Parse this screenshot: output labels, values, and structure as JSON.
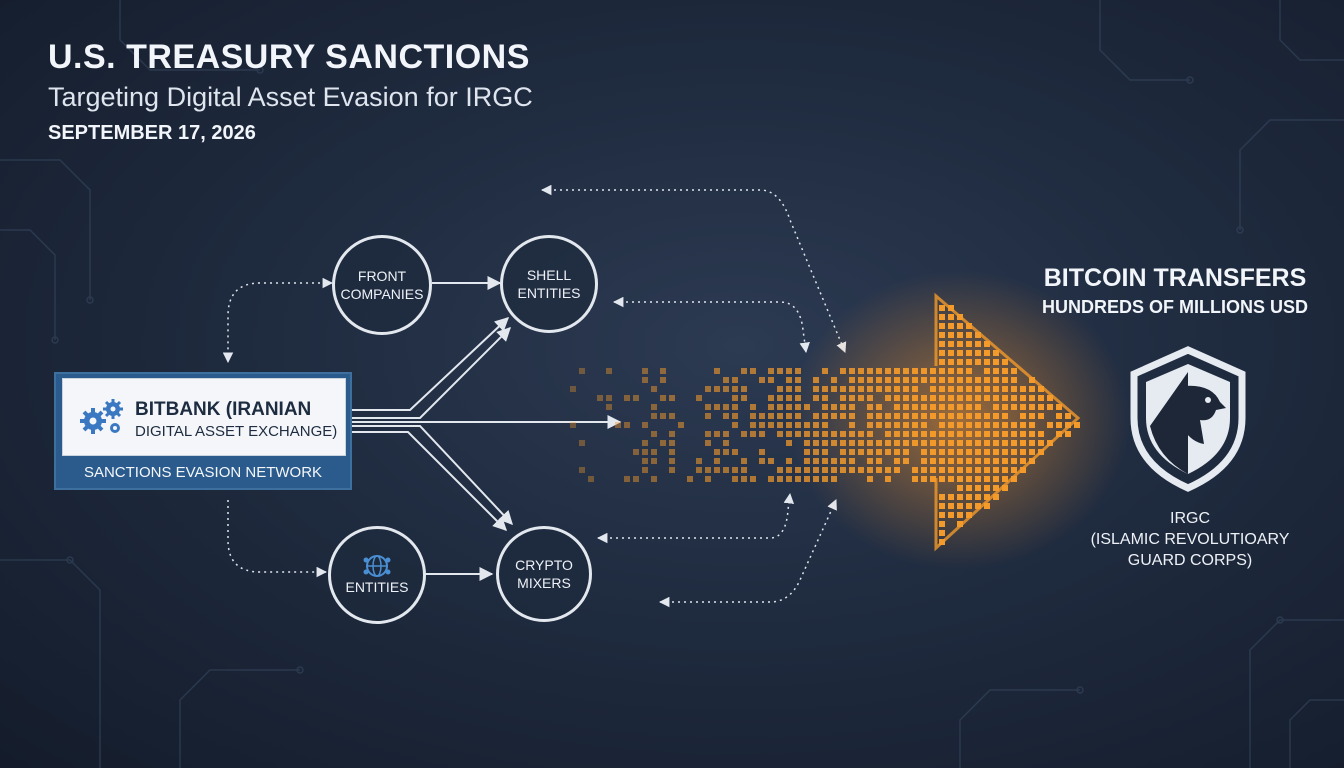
{
  "header": {
    "title": "U.S. TREASURY SANCTIONS",
    "subtitle": "Targeting Digital Asset Evasion for IRGC",
    "date": "SEPTEMBER 17, 2026"
  },
  "source": {
    "name_line1": "BITBANK (IRANIAN",
    "name_line2": "DIGITAL ASSET EXCHANGE)",
    "band_label": "SANCTIONS EVASION NETWORK"
  },
  "nodes": {
    "front_companies": [
      "FRONT",
      "COMPANIES"
    ],
    "shell_entities": [
      "SHELL",
      "ENTITIES"
    ],
    "entities": [
      "ENTITIES"
    ],
    "crypto_mixers": [
      "CRYPTO",
      "MIXERS"
    ]
  },
  "destination": {
    "flow_title": "BITCOIN TRANSFERS",
    "flow_subtitle": "HUNDREDS OF MILLIONS USD",
    "name_line1": "IRGC",
    "name_line2": "(ISLAMIC REVOLUTIOARY",
    "name_line3": "GUARD CORPS)"
  },
  "icons": [
    "gears-icon",
    "globe-icon",
    "shield-eagle-icon"
  ],
  "colors": {
    "background": "#1f2b3f",
    "accent_orange": "#f39a2b",
    "bitbank_band": "#2b5b8c",
    "node_stroke": "#e3e8ef"
  }
}
